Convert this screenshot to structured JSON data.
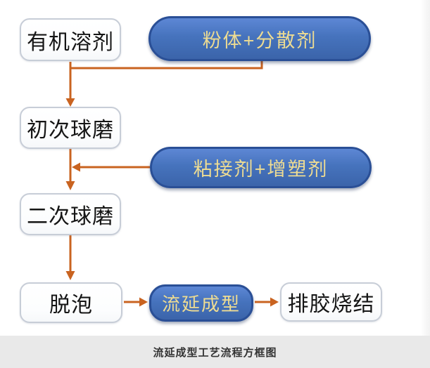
{
  "diagram": {
    "nodes": {
      "organic_solvent": "有机溶剂",
      "powder_dispersant": "粉体+分散剂",
      "first_ball_mill": "初次球磨",
      "binder_plasticizer": "粘接剂+增塑剂",
      "second_ball_mill": "二次球磨",
      "defoaming": "脱泡",
      "tape_casting": "流延成型",
      "debinding_sintering": "排胶烧结"
    },
    "caption": "流延成型工艺流程方框图",
    "colors": {
      "pill_fill": "#4673bd",
      "pill_border": "#2a4f96",
      "pill_text": "#eedc92",
      "box_fill": "#ffffff",
      "box_border": "#c7cdd7",
      "box_text": "#151515",
      "arrow": "#c96320",
      "caption_bg": "#e9e9e9",
      "caption_text": "#333333"
    }
  }
}
